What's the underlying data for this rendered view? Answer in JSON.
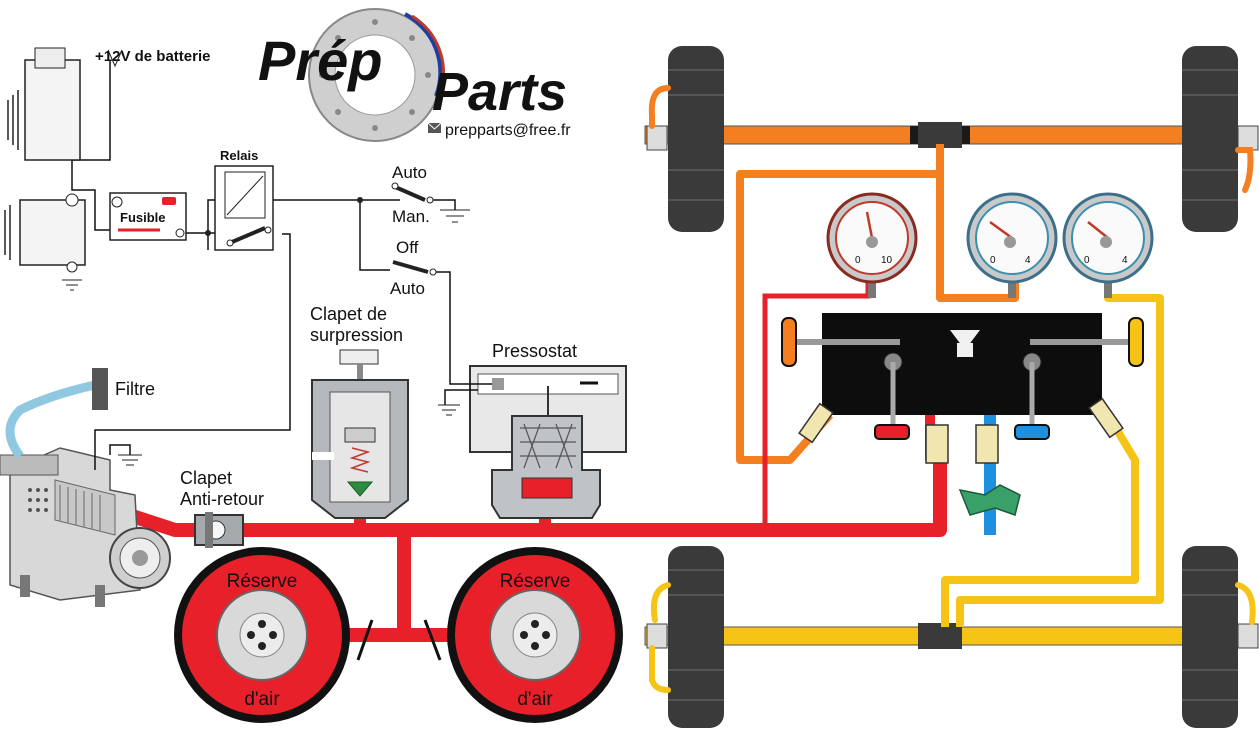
{
  "brand": {
    "word1": "Prép",
    "word2": "Parts",
    "email": "prepparts@free.fr"
  },
  "labels": {
    "battery": "+12V de batterie",
    "relay": "Relais",
    "fuse": "Fusible",
    "switch1_top": "Auto",
    "switch1_bottom": "Man.",
    "switch2_top": "Off",
    "switch2_bottom": "Auto",
    "filter": "Filtre",
    "relief_valve_1": "Clapet de",
    "relief_valve_2": "surpression",
    "pressure_switch": "Pressostat",
    "check_valve_1": "Clapet",
    "check_valve_2": "Anti-retour",
    "reservoir_top": "Réserve",
    "reservoir_bottom": "d'air"
  },
  "gauges": [
    {
      "min": "0",
      "max": "10",
      "color": "#c0392b"
    },
    {
      "min": "0",
      "max": "4",
      "color": "#3b8fb0"
    },
    {
      "min": "0",
      "max": "4",
      "color": "#3b8fb0"
    }
  ],
  "colors": {
    "pressure_line": "#e8202a",
    "front_circuit": "#f47f20",
    "rear_circuit": "#f6c416",
    "exhaust_line": "#1e90e0",
    "wiring": "#111111"
  }
}
